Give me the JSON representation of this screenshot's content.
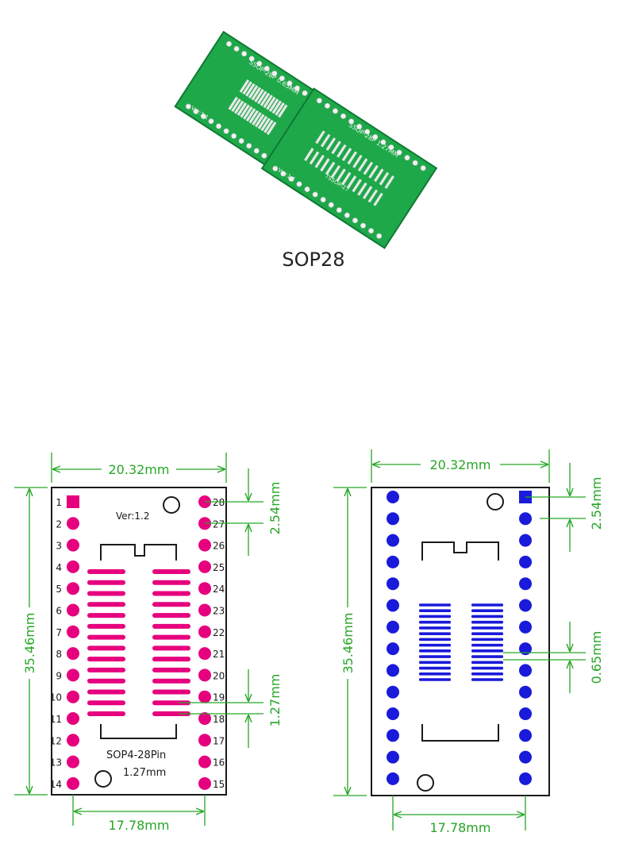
{
  "photo": {
    "caption": "SOP28",
    "board1": {
      "label": "SSOP-28P 0.65MM",
      "ver": "Ver:1.1"
    },
    "board2": {
      "label": "SSOP-28P 1.27MM",
      "ver": "Ver:1.1",
      "extra": "TSSOP-27"
    }
  },
  "left_view": {
    "board_width": "20.32mm",
    "board_height": "35.46mm",
    "row_spacing": "17.78mm",
    "pin_pitch": "2.54mm",
    "pad_pitch": "1.27mm",
    "version": "Ver:1.2",
    "package_label": "SOP4-28Pin",
    "package_pitch": "1.27mm",
    "left_pins": [
      "1",
      "2",
      "3",
      "4",
      "5",
      "6",
      "7",
      "8",
      "9",
      "10",
      "11",
      "12",
      "13",
      "14"
    ],
    "right_pins": [
      "28",
      "27",
      "26",
      "25",
      "24",
      "23",
      "22",
      "21",
      "20",
      "19",
      "18",
      "17",
      "16",
      "15"
    ],
    "pad_color": "#e6007e"
  },
  "right_view": {
    "board_width": "20.32mm",
    "board_height": "35.46mm",
    "row_spacing": "17.78mm",
    "pin_pitch": "2.54mm",
    "pad_pitch": "0.65mm",
    "pad_color": "#1a1adb"
  },
  "colors": {
    "dimension": "#26a626",
    "outline": "#1a1a1a"
  }
}
